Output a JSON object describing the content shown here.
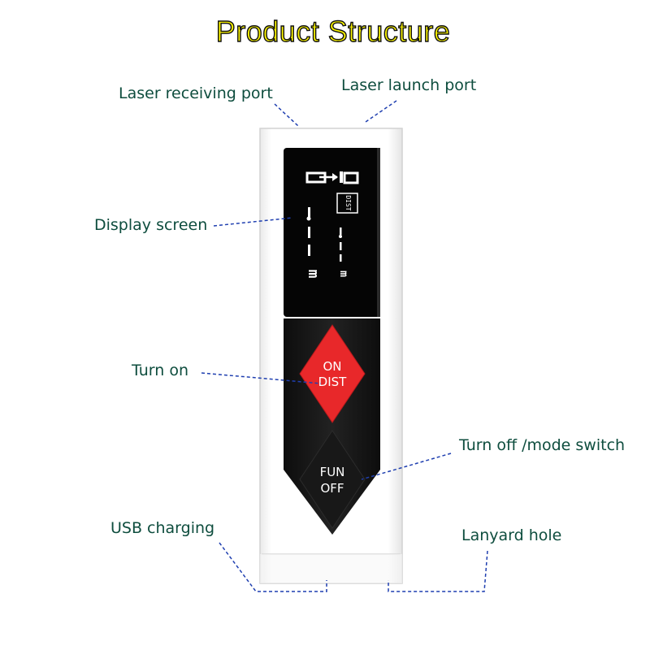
{
  "title": "Product Structure",
  "labels": {
    "laser_receiving_port": "Laser receiving port",
    "laser_launch_port": "Laser launch port",
    "display_screen": "Display screen",
    "turn_on": "Turn on",
    "turn_off_mode_switch": "Turn off /mode switch",
    "usb_charging": "USB charging",
    "lanyard_hole": "Lanyard hole"
  },
  "buttons": {
    "on_line1": "ON",
    "on_line2": "DIST",
    "fun_line1": "FUN",
    "fun_line2": "OFF"
  },
  "screen": {
    "mode_badge": "DIST",
    "unit_main": "m",
    "unit_secondary": "m"
  },
  "colors": {
    "title_fill": "#f8f200",
    "label_text": "#0e4d3e",
    "leader_line": "#1f3fb0",
    "on_button": "#e8282a",
    "fun_button": "#1a1a1a"
  }
}
